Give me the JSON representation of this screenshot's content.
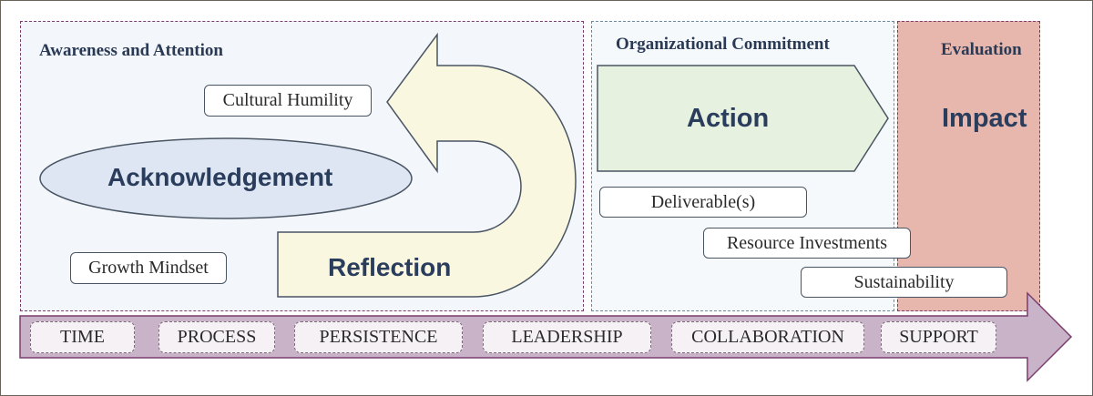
{
  "panels": {
    "awareness": {
      "title": "Awareness and Attention"
    },
    "organizational": {
      "title": "Organizational Commitment"
    },
    "evaluation": {
      "title": "Evaluation"
    }
  },
  "shapes": {
    "cultural_humility": "Cultural Humility",
    "acknowledgement": "Acknowledgement",
    "growth_mindset": "Growth Mindset",
    "reflection": "Reflection",
    "action": "Action",
    "impact": "Impact",
    "deliverables": "Deliverable(s)",
    "resource_investments": "Resource Investments",
    "sustainability": "Sustainability"
  },
  "bottom_bar": {
    "items": [
      "TIME",
      "PROCESS",
      "PERSISTENCE",
      "LEADERSHIP",
      "COLLABORATION",
      "SUPPORT"
    ]
  },
  "colors": {
    "awareness_bg": "#f3f7fc",
    "evaluation_bg": "#e7b7ae",
    "action_fill": "#e7f1df",
    "reflection_fill": "#faf7e1",
    "acknowledgement_fill": "#dde6f2",
    "bar_fill": "#c9b3c8"
  }
}
